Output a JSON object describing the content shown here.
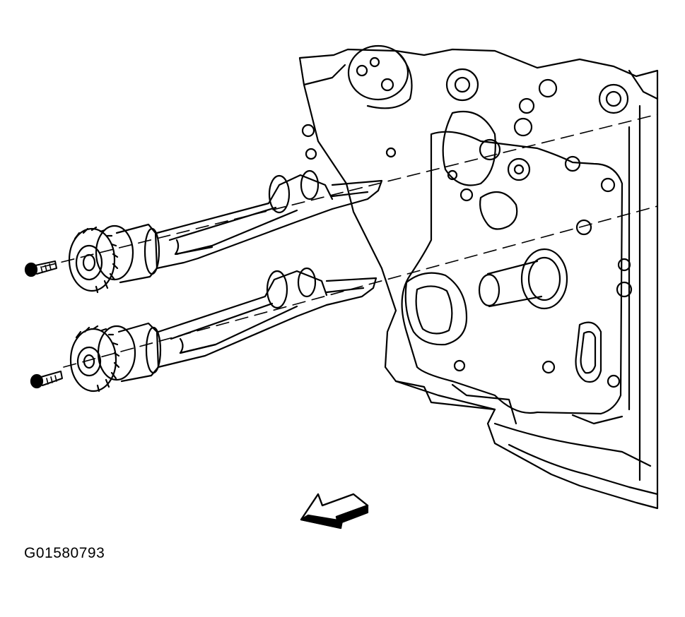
{
  "figure": {
    "id_label": "G01580793",
    "ink_color": "#000000",
    "background": "#ffffff"
  },
  "parts": [
    {
      "name": "upper-balance-shaft",
      "icon": "shaft"
    },
    {
      "name": "lower-balance-shaft",
      "icon": "shaft"
    },
    {
      "name": "bolt",
      "icon": "bolt"
    },
    {
      "name": "engine-block",
      "icon": "engine-block"
    },
    {
      "name": "direction-arrow",
      "icon": "arrow-left-down"
    }
  ]
}
